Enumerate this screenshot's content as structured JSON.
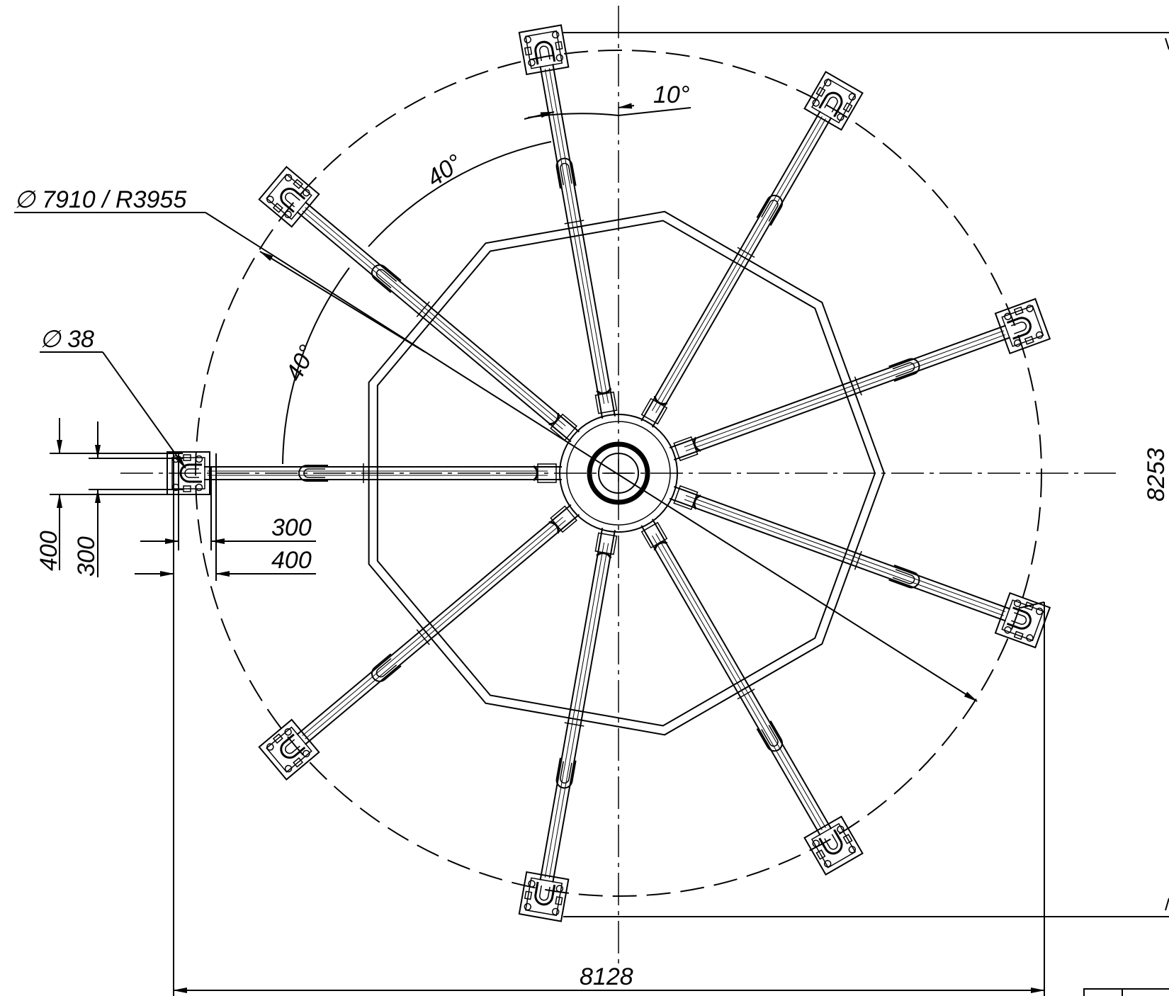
{
  "drawing": {
    "ring_diameter_label": "∅ 7910 / R3955",
    "bolt_diameter_label": "∅ 38",
    "angle_top_label": "10°",
    "angle_mid_label": "40°",
    "angle_left_label": "40°",
    "plate_width_vertical": "400",
    "hole_spacing_vertical": "300",
    "hole_spacing_horizontal": "300",
    "plate_width_horizontal": "400",
    "overall_height": "8253",
    "overall_width": "8128"
  },
  "geometry_info": {
    "arm_count": 9,
    "inner_frame_sides": 9,
    "angular_spacing_deg": 40
  }
}
